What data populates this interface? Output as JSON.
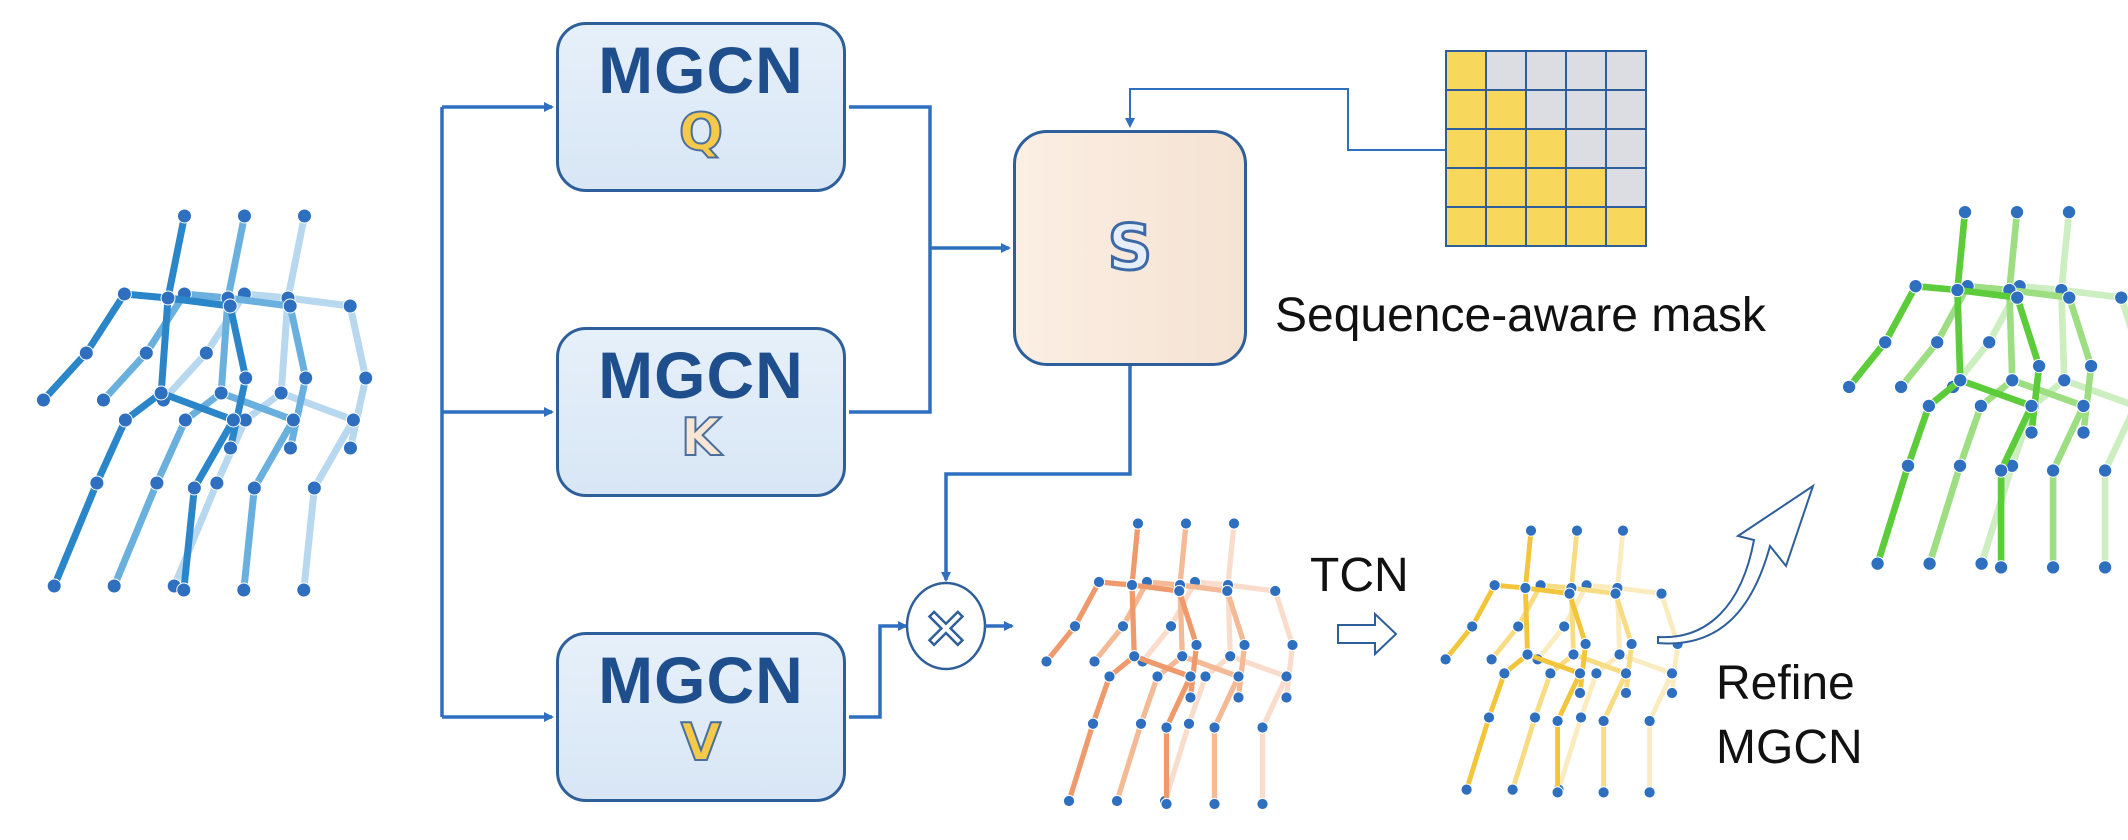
{
  "boxes": {
    "q": {
      "title": "MGCN",
      "letter": "Q",
      "letter_color": "#f6c94a"
    },
    "k": {
      "title": "MGCN",
      "letter": "K",
      "letter_color": "#f7e6d6"
    },
    "v": {
      "title": "MGCN",
      "letter": "V",
      "letter_color": "#f6c94a"
    }
  },
  "attention": {
    "label": "S"
  },
  "multiply_symbol": "×",
  "labels": {
    "mask": "Sequence-aware mask",
    "tcn": "TCN",
    "refine_line1": "Refine",
    "refine_line2": "MGCN"
  },
  "mask": {
    "rows": 5,
    "cols": 5,
    "filled_color": "#f7d85c",
    "empty_color": "#dcdde2",
    "grid_color": "#2f5f9a"
  },
  "skeleton_colors": {
    "input": [
      "#2a86c8",
      "#6ab0de",
      "#b7d8ef"
    ],
    "weighted": [
      "#ef9a6d",
      "#f4b995",
      "#f9dccb"
    ],
    "tcn_output": [
      "#f3c53a",
      "#f8dc84",
      "#fbecc0"
    ],
    "refined": [
      "#5ccc3a",
      "#9ede83",
      "#cdeec0"
    ],
    "joint": "#2f6fc0"
  },
  "colors": {
    "arrow": "#2f6fc0",
    "box_border": "#2f5f9a"
  }
}
